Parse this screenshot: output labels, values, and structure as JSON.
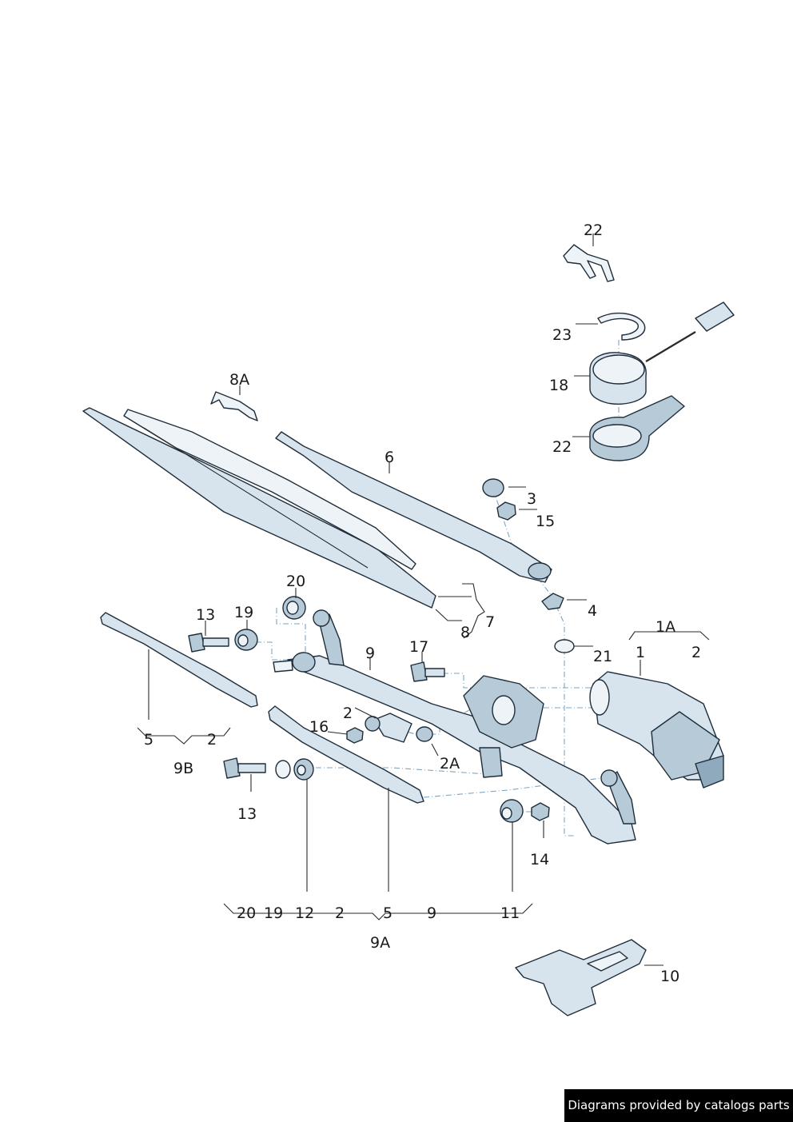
{
  "callouts": {
    "c22_top": "22",
    "c23": "23",
    "c18": "18",
    "c22_bottom": "22",
    "c8A": "8A",
    "c6": "6",
    "c3": "3",
    "c15": "15",
    "c20_top": "20",
    "c4": "4",
    "c7": "7",
    "c8": "8",
    "c13_top": "13",
    "c19_top": "19",
    "c1A": "1A",
    "c17": "17",
    "c9": "9",
    "c21": "21",
    "c1": "1",
    "c2_right": "2",
    "c2_mid": "2",
    "c16": "16",
    "c2A": "2A",
    "c5_9B": "5",
    "c2_9B": "2",
    "c9B": "9B",
    "c13_bottom": "13",
    "c14": "14",
    "c9A": "9A",
    "c10": "10"
  },
  "kit_9A": [
    "20",
    "19",
    "12",
    "2",
    "5",
    "9",
    "11"
  ],
  "footer": {
    "credit": "Diagrams provided by catalogs parts"
  },
  "colors": {
    "part_fill": "#d7e4ee",
    "outline": "#1f2d3a",
    "guide": "#7ea6c0",
    "footer_bg": "#000000"
  }
}
